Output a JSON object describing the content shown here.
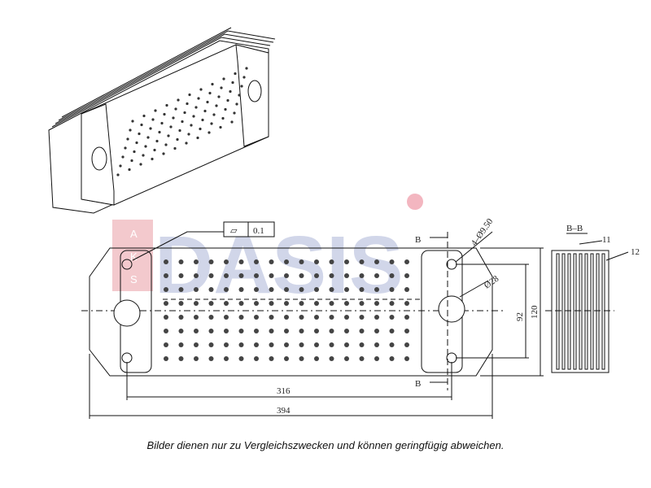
{
  "watermark": {
    "text": "DASIS",
    "small_letters": [
      "A",
      "K",
      "S"
    ],
    "colors": {
      "blue": "#c9cfe6",
      "red": "#f0c4c8",
      "pink": "#f3b6c0"
    }
  },
  "drawing": {
    "flatness_symbol": "▱",
    "flatness_value": "0.1",
    "section_label": "B–B",
    "section_marker_top": "B",
    "section_marker_bottom": "B",
    "hole_label": "4–Ø9.50",
    "bore_label": "Ø28",
    "callout_11": "11",
    "callout_12": "12",
    "dim_inner_length": "316",
    "dim_overall_length": "394",
    "dim_height_inner": "92",
    "dim_height_overall": "120"
  },
  "caption": "Bilder dienen nur zu Vergleichszwecken und können geringfügig abweichen."
}
